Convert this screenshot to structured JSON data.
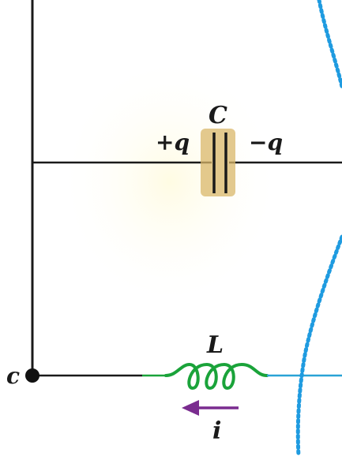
{
  "labels": {
    "capacitor": "C",
    "plus_charge": "+q",
    "minus_charge": "−q",
    "inductor": "L",
    "current": "i",
    "node": "c"
  },
  "colors": {
    "wire": "#1a1a1a",
    "inductor": "#1aa33a",
    "capacitor_glow": "#d9b76a",
    "field_line": "#1f9be0",
    "current_arrow": "#7a2c8f",
    "right_wire": "#29a3d6"
  }
}
